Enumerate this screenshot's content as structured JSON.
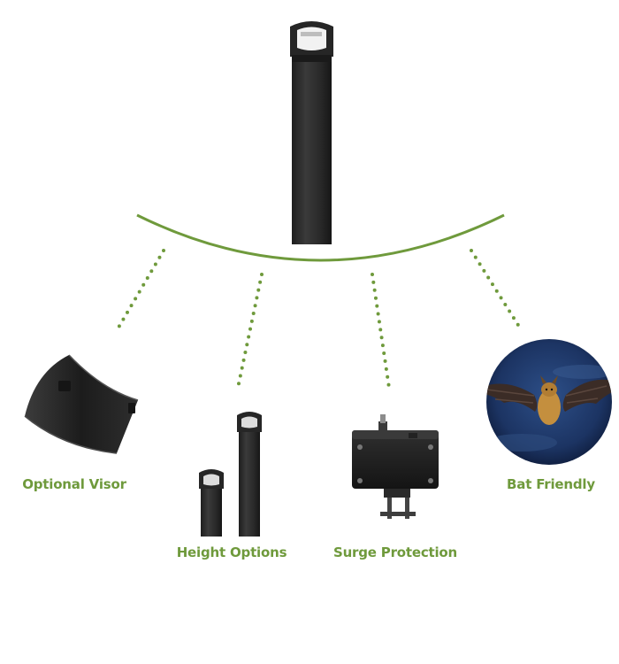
{
  "features": [
    {
      "id": "visor",
      "label": "Optional Visor"
    },
    {
      "id": "height",
      "label": "Height Options"
    },
    {
      "id": "surge",
      "label": "Surge Protection"
    },
    {
      "id": "bat",
      "label": "Bat Friendly"
    }
  ],
  "colors": {
    "accent": "#6f9a3c",
    "label": "#6f9a3c",
    "product_dark": "#2b2b2b",
    "night_sky": "#1d3766",
    "bat_fur": "#c48f3e"
  },
  "icons": {
    "main": "bollard-light-icon",
    "visor": "visor-shield-icon",
    "height": "bollard-height-icon",
    "surge": "surge-protection-box-icon",
    "bat": "bat-icon"
  }
}
